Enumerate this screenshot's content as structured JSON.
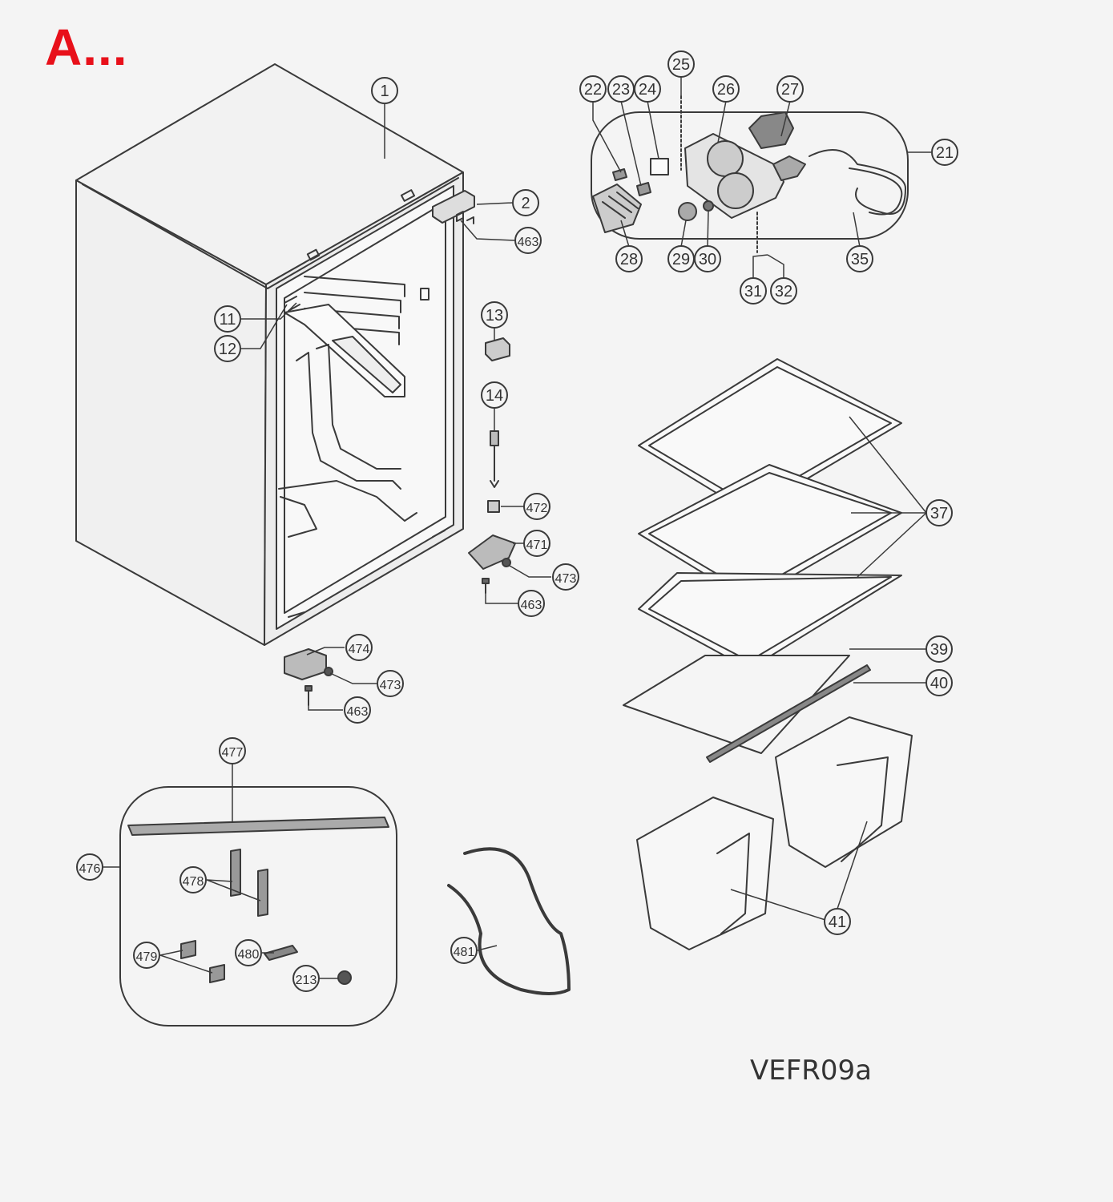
{
  "title": "A...",
  "title_color": "#e8101a",
  "model_code": "VEFR09a",
  "line_color": "#3a3a3a",
  "callouts": [
    "1",
    "2",
    "463",
    "11",
    "12",
    "13",
    "14",
    "472",
    "471",
    "473",
    "463",
    "474",
    "473",
    "463",
    "22",
    "23",
    "24",
    "25",
    "26",
    "27",
    "21",
    "28",
    "29",
    "30",
    "31",
    "32",
    "35",
    "37",
    "39",
    "40",
    "41",
    "477",
    "476",
    "478",
    "479",
    "480",
    "213",
    "481"
  ]
}
